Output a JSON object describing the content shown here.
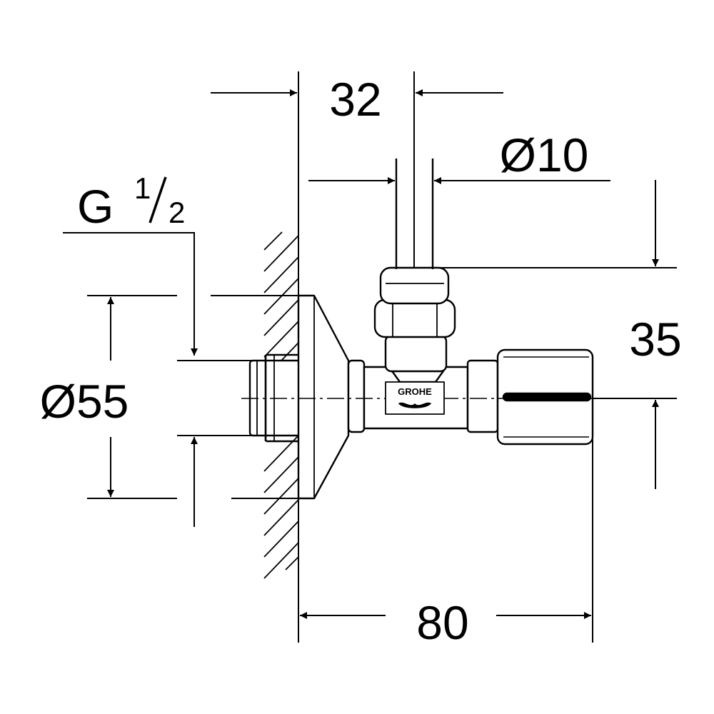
{
  "dimensions": {
    "depth": "32",
    "pipe_diameter": "Ø10",
    "height": "35",
    "thread": "G",
    "thread_numerator": "1",
    "thread_denominator": "2",
    "flange_diameter": "Ø55",
    "length": "80"
  },
  "logo": {
    "brand": "GROHE"
  },
  "colors": {
    "line": "#000000",
    "background": "#ffffff"
  }
}
